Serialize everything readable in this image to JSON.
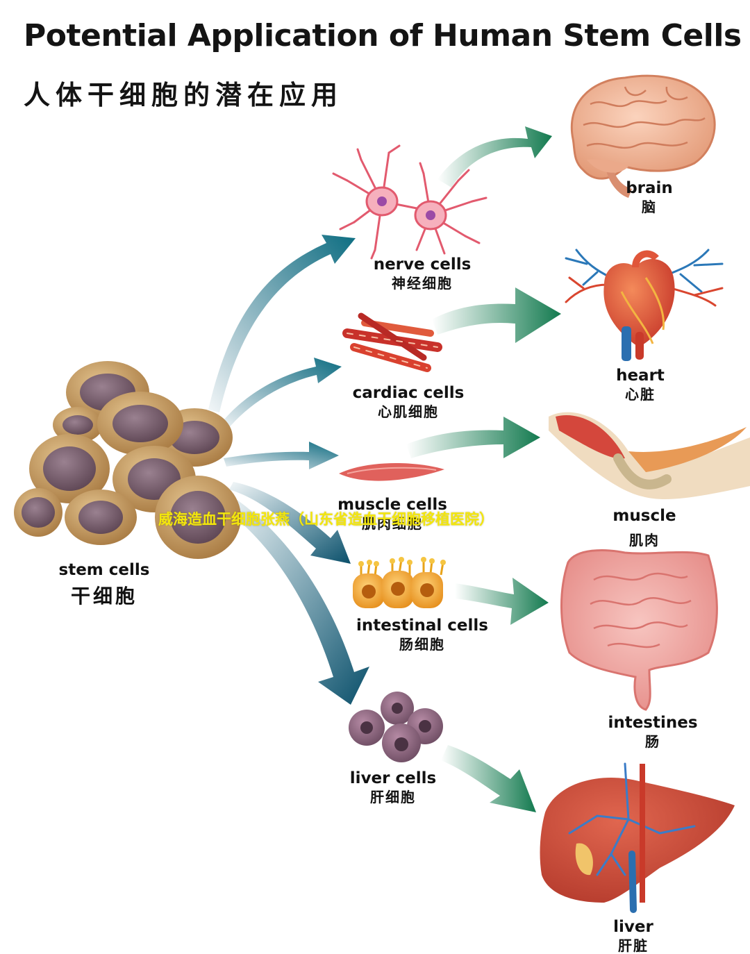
{
  "title": "Potential Application of Human Stem Cells",
  "subtitle": "人体干细胞的潜在应用",
  "source": {
    "en": "stem cells",
    "zh": "干细胞"
  },
  "cells": [
    {
      "id": "nerve",
      "en": "nerve cells",
      "zh": "神经细胞"
    },
    {
      "id": "cardiac",
      "en": "cardiac cells",
      "zh": "心肌细胞"
    },
    {
      "id": "muscle",
      "en": "muscle cells",
      "zh": "肌肉细胞"
    },
    {
      "id": "intestinal",
      "en": "intestinal cells",
      "zh": "肠细胞"
    },
    {
      "id": "liver",
      "en": "liver cells",
      "zh": "肝细胞"
    }
  ],
  "organs": [
    {
      "id": "brain",
      "en": "brain",
      "zh": "脑"
    },
    {
      "id": "heart",
      "en": "heart",
      "zh": "心脏"
    },
    {
      "id": "muscle",
      "en": "muscle",
      "zh": "肌肉"
    },
    {
      "id": "intestines",
      "en": "intestines",
      "zh": "肠"
    },
    {
      "id": "liver",
      "en": "liver",
      "zh": "肝脏"
    }
  ],
  "watermark": "威海造血干细胞张燕（山东省造血干细胞移植医院）",
  "colors": {
    "arrow_blue": "#0b5a76",
    "arrow_green": "#137a4f",
    "cell_body": "#c49a5e",
    "cell_nucleus": "#7d6473",
    "watermark": "#f3e60c"
  }
}
